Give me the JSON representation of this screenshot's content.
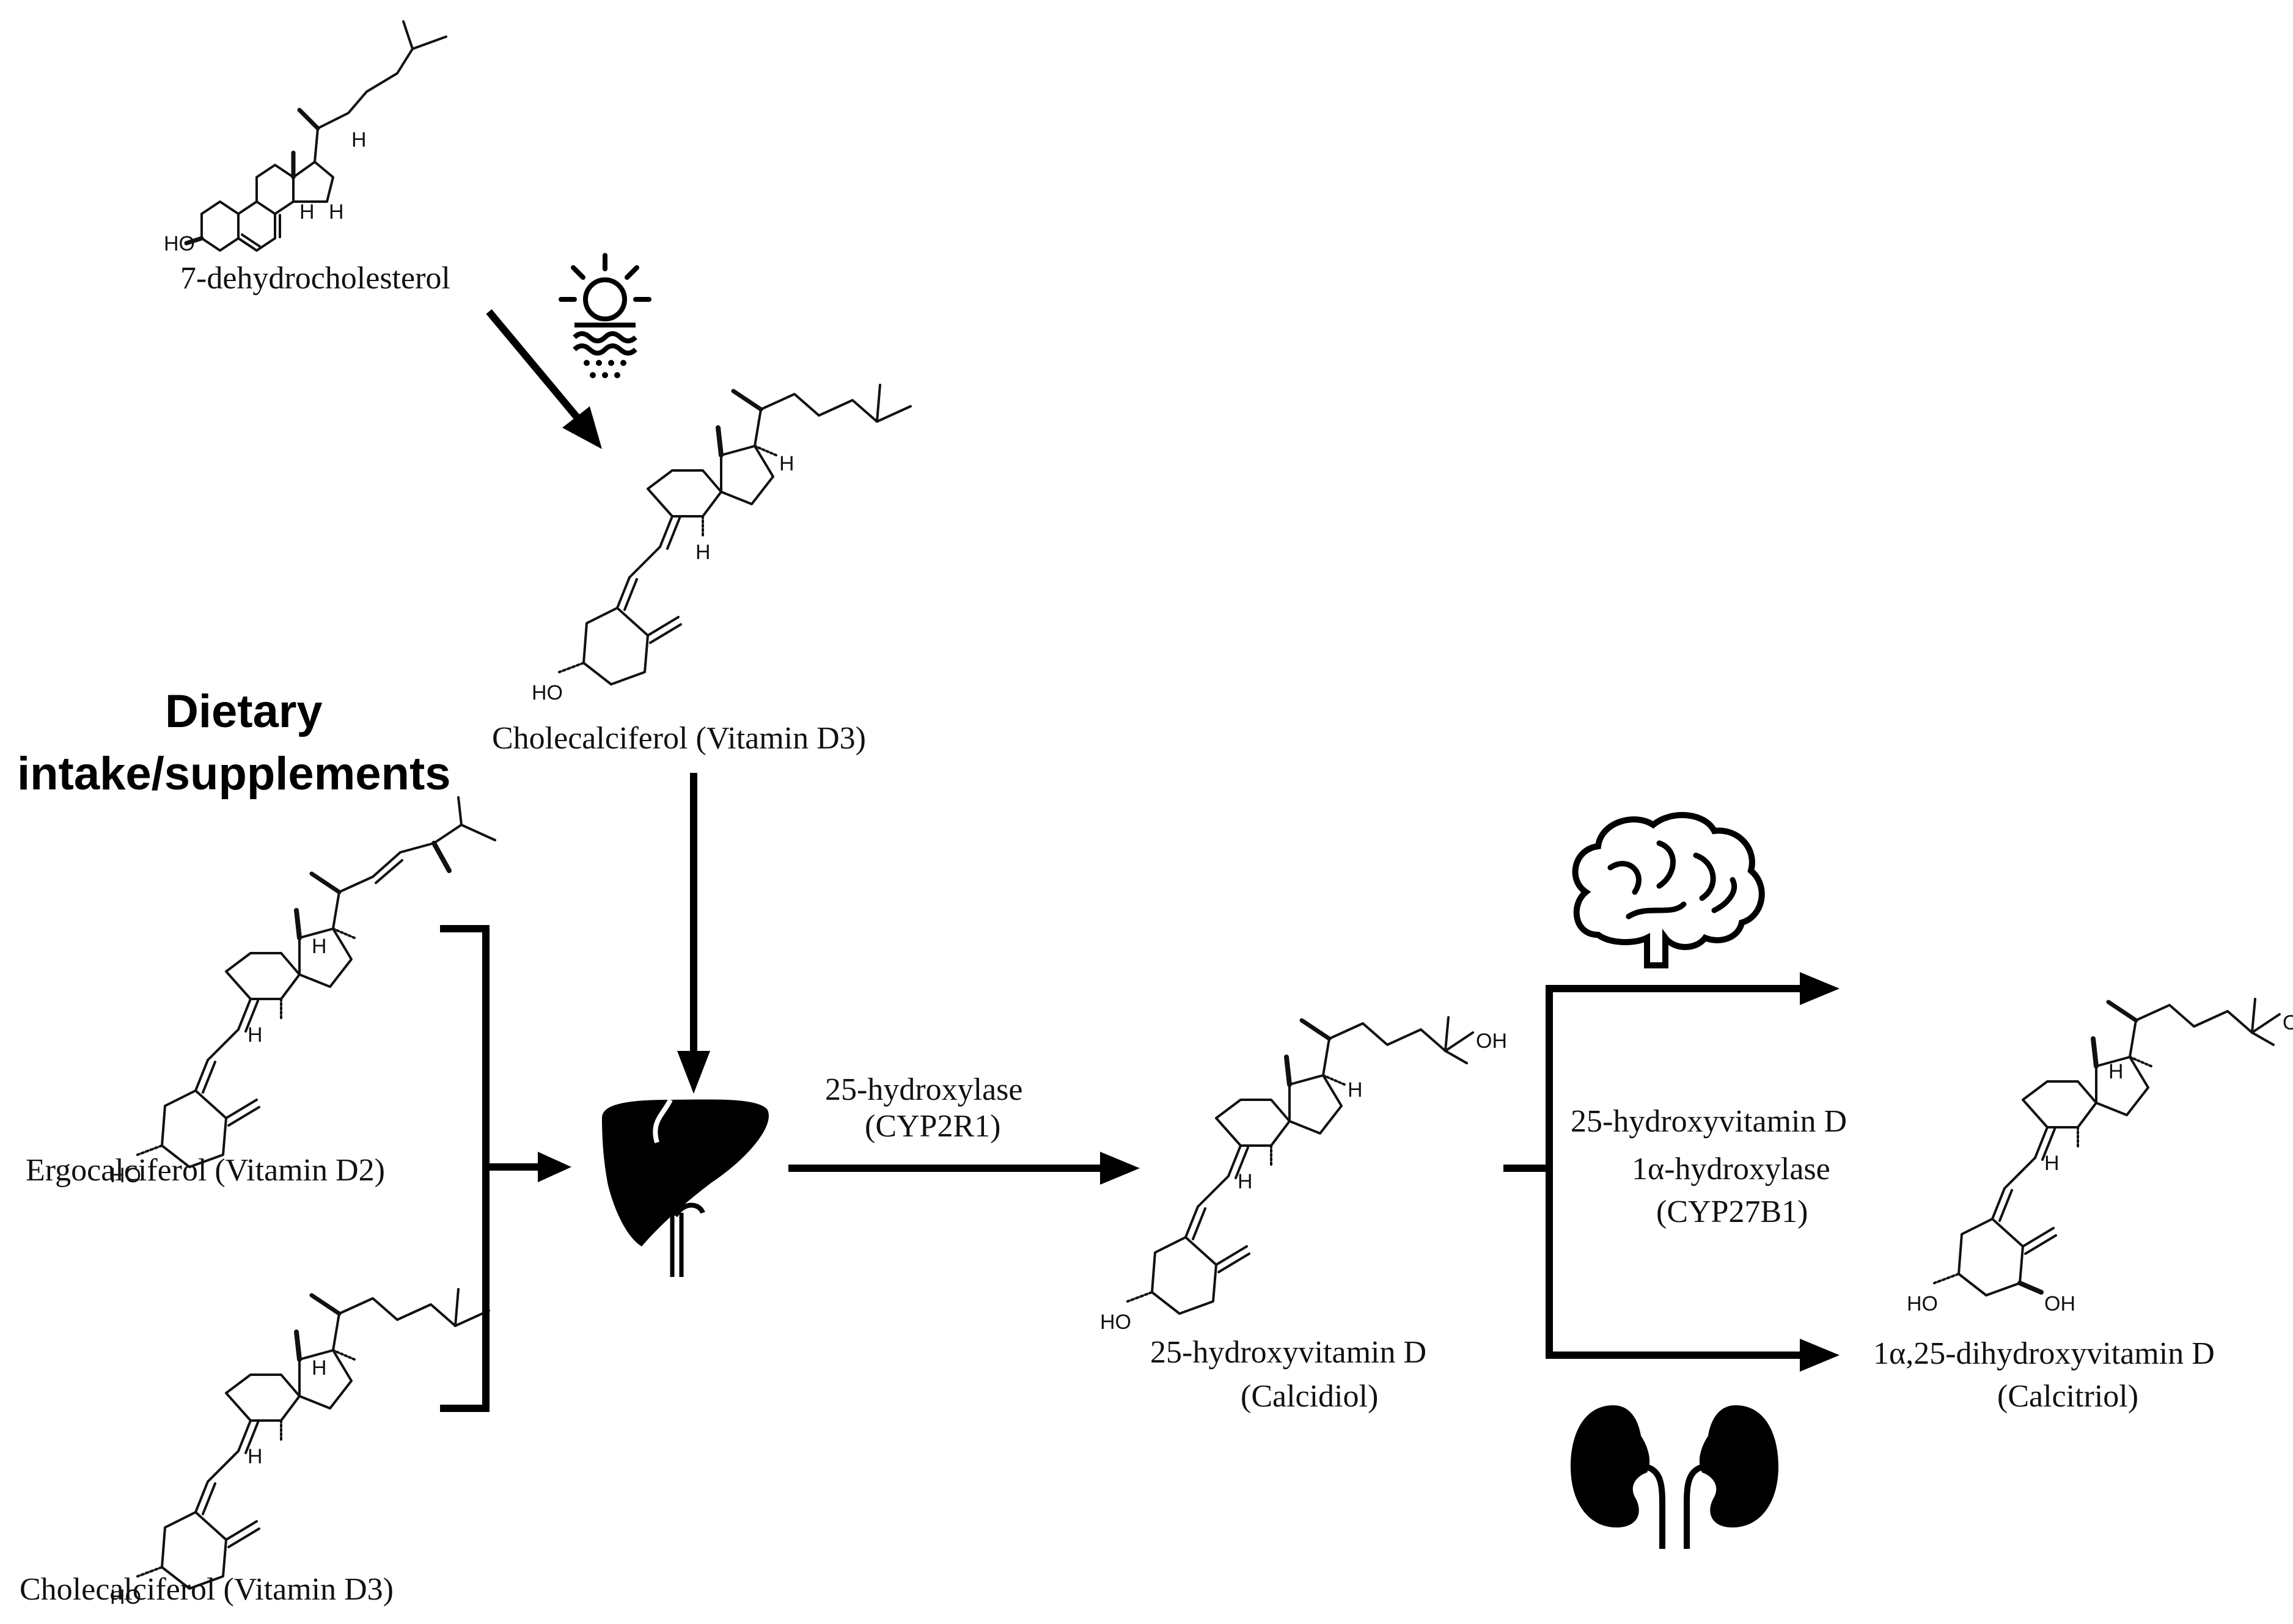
{
  "header": {
    "line1": "Dietary",
    "line2": "intake/supplements"
  },
  "compounds": {
    "dehydrocholesterol": "7-dehydrocholesterol",
    "cholecalciferol_skin": "Cholecalciferol (Vitamin D3)",
    "ergocalciferol": "Ergocalciferol (Vitamin D2)",
    "cholecalciferol_diet": "Cholecalciferol (Vitamin D3)",
    "calcidiol_line1": "25-hydroxyvitamin D",
    "calcidiol_line2": "(Calcidiol)",
    "calcitriol_line1": "1α,25-dihydroxyvitamin D",
    "calcitriol_line2": "(Calcitriol)"
  },
  "enzymes": {
    "cyp2r1_line1": "25-hydroxylase",
    "cyp2r1_line2": "(CYP2R1)",
    "cyp27b1_line1": "25-hydroxyvitamin D",
    "cyp27b1_line2": "1α-hydroxylase",
    "cyp27b1_line3": "(CYP27B1)"
  },
  "atoms": {
    "ho": "HO",
    "oh": "OH",
    "h": "H"
  },
  "icons": [
    "sun-uv-icon",
    "liver-icon",
    "brain-icon",
    "kidney-icon"
  ]
}
